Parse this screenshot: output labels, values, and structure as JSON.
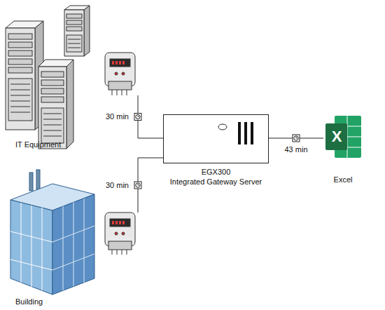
{
  "diagram": {
    "nodes": [
      {
        "text": [
          "IT Equipment"
        ]
      },
      {
        "text": [
          "Building"
        ]
      },
      {
        "text": [
          "EGX300",
          "Integrated Gateway Server"
        ]
      },
      {
        "text": [
          "Excel"
        ]
      }
    ],
    "edges": [
      {
        "from": 0,
        "to": 2,
        "label": "30 min",
        "arrow": "none"
      },
      {
        "from": 1,
        "to": 2,
        "label": "30 min",
        "arrow": "none"
      },
      {
        "from": 2,
        "to": 3,
        "label": "43 min",
        "arrow": "none"
      }
    ],
    "labels": [
      "X"
    ]
  }
}
